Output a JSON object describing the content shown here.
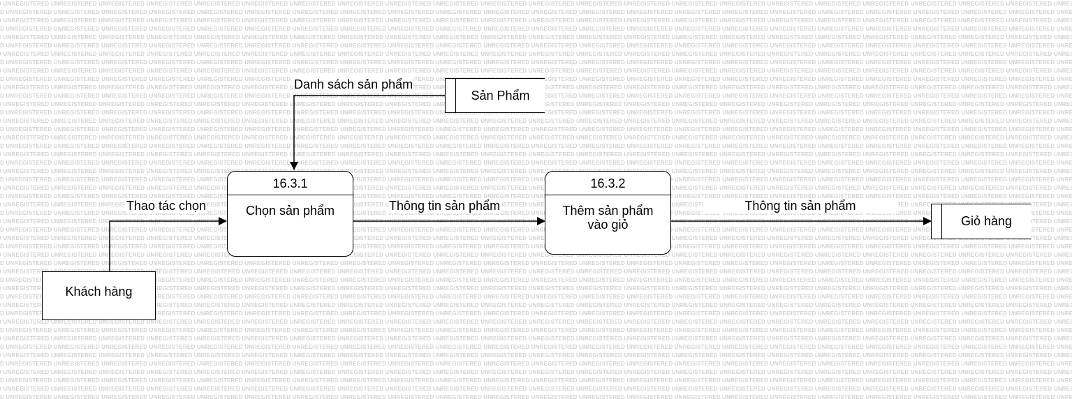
{
  "watermark_text": "UNREGISTERED",
  "processes": [
    {
      "id": "16.3.1",
      "name": "Chọn sản phẩm"
    },
    {
      "id": "16.3.2",
      "name": "Thêm sản phẩm\nvào giỏ"
    }
  ],
  "external_entity": {
    "name": "Khách hàng"
  },
  "data_stores": [
    {
      "name": "Sản Phẩm"
    },
    {
      "name": "Giỏ hàng"
    }
  ],
  "flows": [
    {
      "label": "Danh sách sản phẩm",
      "from": "Sản Phẩm",
      "to": "16.3.1"
    },
    {
      "label": "Thao tác chọn",
      "from": "Khách hàng",
      "to": "16.3.1"
    },
    {
      "label": "Thông tin sản phẩm",
      "from": "16.3.1",
      "to": "16.3.2"
    },
    {
      "label": "Thông tin sản phẩm",
      "from": "16.3.2",
      "to": "Giỏ hàng"
    }
  ]
}
